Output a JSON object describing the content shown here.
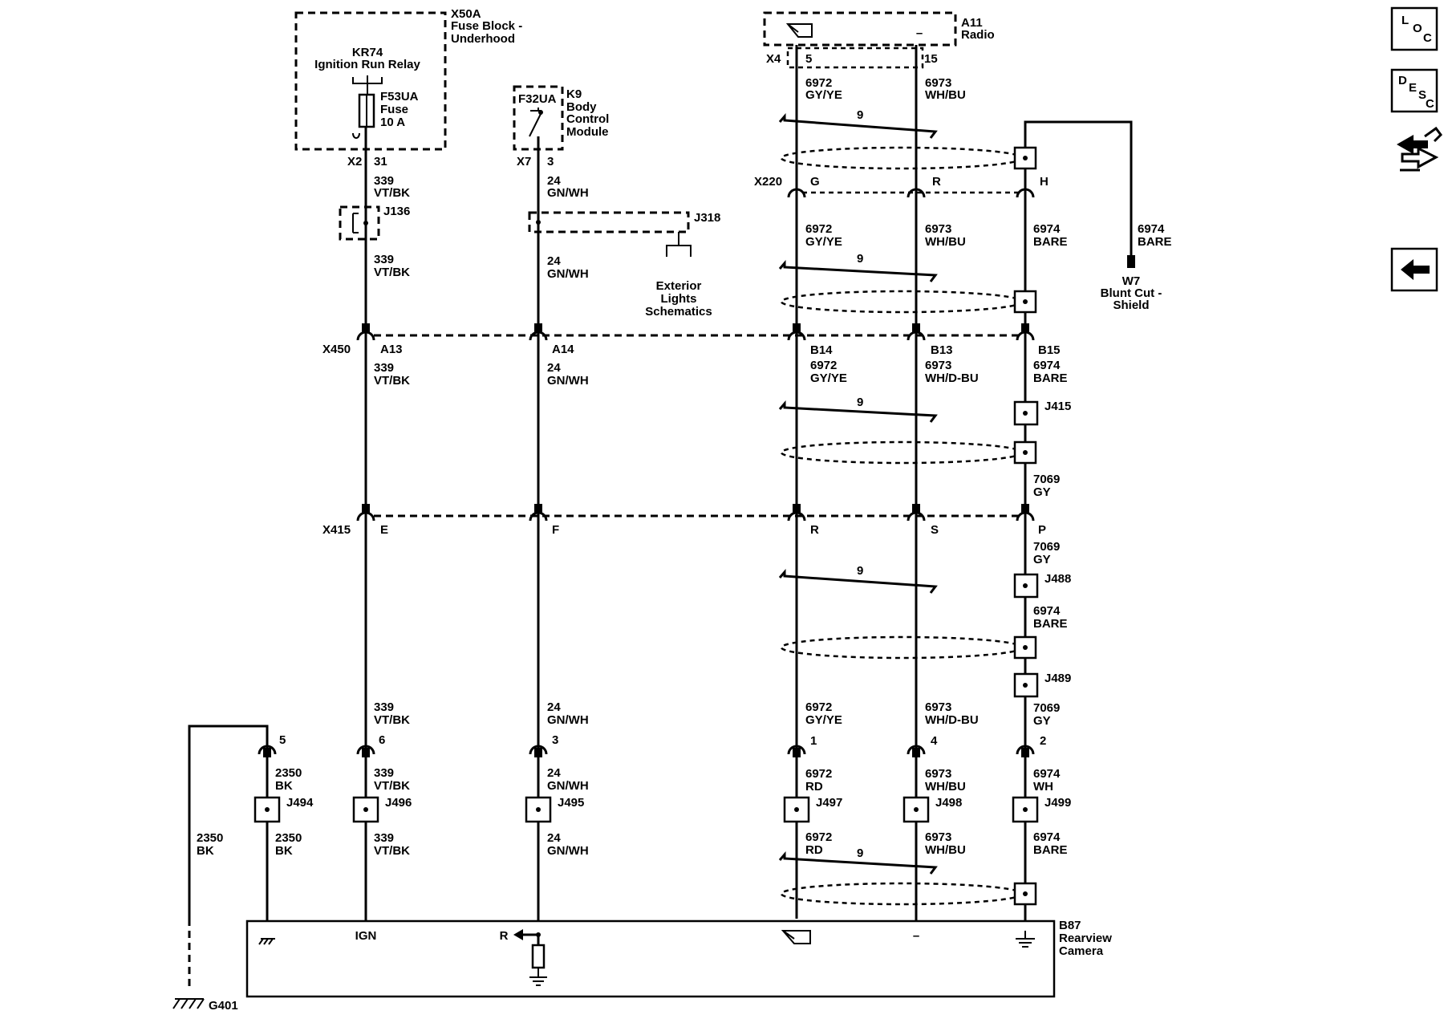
{
  "components": {
    "x50a": {
      "id": "X50A",
      "name1": "Fuse Block -",
      "name2": "Underhood"
    },
    "kr74": {
      "id": "KR74",
      "name": "Ignition Run Relay"
    },
    "f53ua": {
      "id": "F53UA",
      "l1": "Fuse",
      "l2": "10 A"
    },
    "f32ua": {
      "id": "F32UA"
    },
    "k9": {
      "id": "K9",
      "l1": "Body",
      "l2": "Control",
      "l3": "Module"
    },
    "a11": {
      "id": "A11",
      "name": "Radio"
    },
    "j136": "J136",
    "j318": "J318",
    "exterior_lights": {
      "l1": "Exterior",
      "l2": "Lights",
      "l3": "Schematics"
    },
    "w7": {
      "id": "W7",
      "l1": "Blunt Cut -",
      "l2": "Shield"
    },
    "b87": {
      "id": "B87",
      "l1": "Rearview",
      "l2": "Camera",
      "pin_ign": "IGN",
      "pin_r": "R",
      "minus": "–"
    },
    "g401": "G401",
    "splices": {
      "j415": "J415",
      "j488": "J488",
      "j489": "J489",
      "j494": "J494",
      "j496": "J496",
      "j495": "J495",
      "j497": "J497",
      "j498": "J498",
      "j499": "J499"
    }
  },
  "connectors": {
    "x2": {
      "name": "X2",
      "pin": "31"
    },
    "x7": {
      "name": "X7",
      "pin": "3"
    },
    "x4": {
      "name": "X4",
      "pin_a": "5",
      "pin_b": "15"
    },
    "x220": {
      "name": "X220",
      "g": "G",
      "r": "R",
      "h": "H"
    },
    "x450": {
      "name": "X450",
      "a13": "A13",
      "a14": "A14",
      "b14": "B14",
      "b13": "B13",
      "b15": "B15"
    },
    "x415": {
      "name": "X415",
      "e": "E",
      "f": "F",
      "r": "R",
      "s": "S",
      "p": "P"
    },
    "camera_pins": {
      "p5": "5",
      "p6": "6",
      "p3": "3",
      "p1": "1",
      "p4": "4",
      "p2": "2"
    },
    "twist": "9",
    "radio_minus": "–"
  },
  "wires": {
    "w339": {
      "num": "339",
      "color": "VT/BK"
    },
    "w24": {
      "num": "24",
      "color": "GN/WH"
    },
    "w6972": {
      "num": "6972",
      "color": "GY/YE"
    },
    "w6973": {
      "num": "6973",
      "color": "WH/BU"
    },
    "w6974": {
      "num": "6974",
      "color": "BARE"
    },
    "w6973dbu": {
      "num": "6973",
      "color": "WH/D-BU"
    },
    "w7069": {
      "num": "7069",
      "color": "GY"
    },
    "w2350": {
      "num": "2350",
      "color": "BK"
    },
    "w6972rd": {
      "num": "6972",
      "color": "RD"
    },
    "w6974wh": {
      "num": "6974",
      "color": "WH"
    }
  },
  "nav": {
    "loc": {
      "a": "L",
      "b": "O",
      "c": "C"
    },
    "desc": {
      "a": "D",
      "b": "E",
      "c": "S",
      "d": "C"
    }
  }
}
